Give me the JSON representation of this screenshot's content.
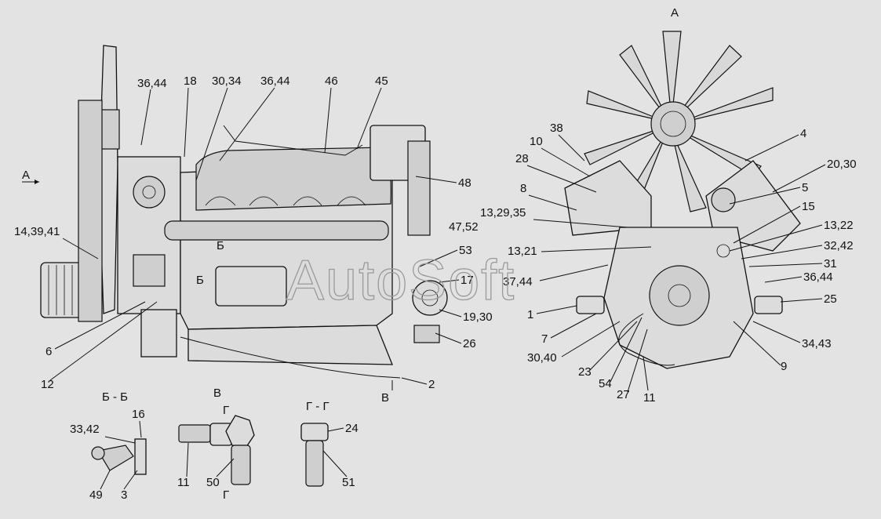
{
  "watermark": "AutoSoft",
  "view_headers": {
    "side_view_arrow": "А",
    "front_view": "А",
    "section_bb": "Б - Б",
    "view_v": "В",
    "section_gg": "Г - Г",
    "gamma_mark_top": "Г",
    "gamma_mark_bottom": "Г",
    "b_mark_1": "Б",
    "b_mark_2": "Б",
    "v_mark": "В"
  },
  "callouts": {
    "side": [
      "36,44",
      "18",
      "30,34",
      "36,44",
      "46",
      "45",
      "48",
      "47,52",
      "53",
      "17",
      "19,30",
      "26",
      "2",
      "14,39,41",
      "6",
      "12"
    ],
    "front": [
      "38",
      "10",
      "28",
      "8",
      "13,29,35",
      "13,21",
      "37,44",
      "1",
      "7",
      "30,40",
      "23",
      "54",
      "27",
      "11",
      "9",
      "34,43",
      "25",
      "36,44",
      "31",
      "32,42",
      "13,22",
      "15",
      "5",
      "20,30",
      "4"
    ],
    "section_bb": [
      "16",
      "33,42",
      "49",
      "3"
    ],
    "view_v": [
      "11",
      "50"
    ],
    "section_gg": [
      "24",
      "51"
    ]
  }
}
